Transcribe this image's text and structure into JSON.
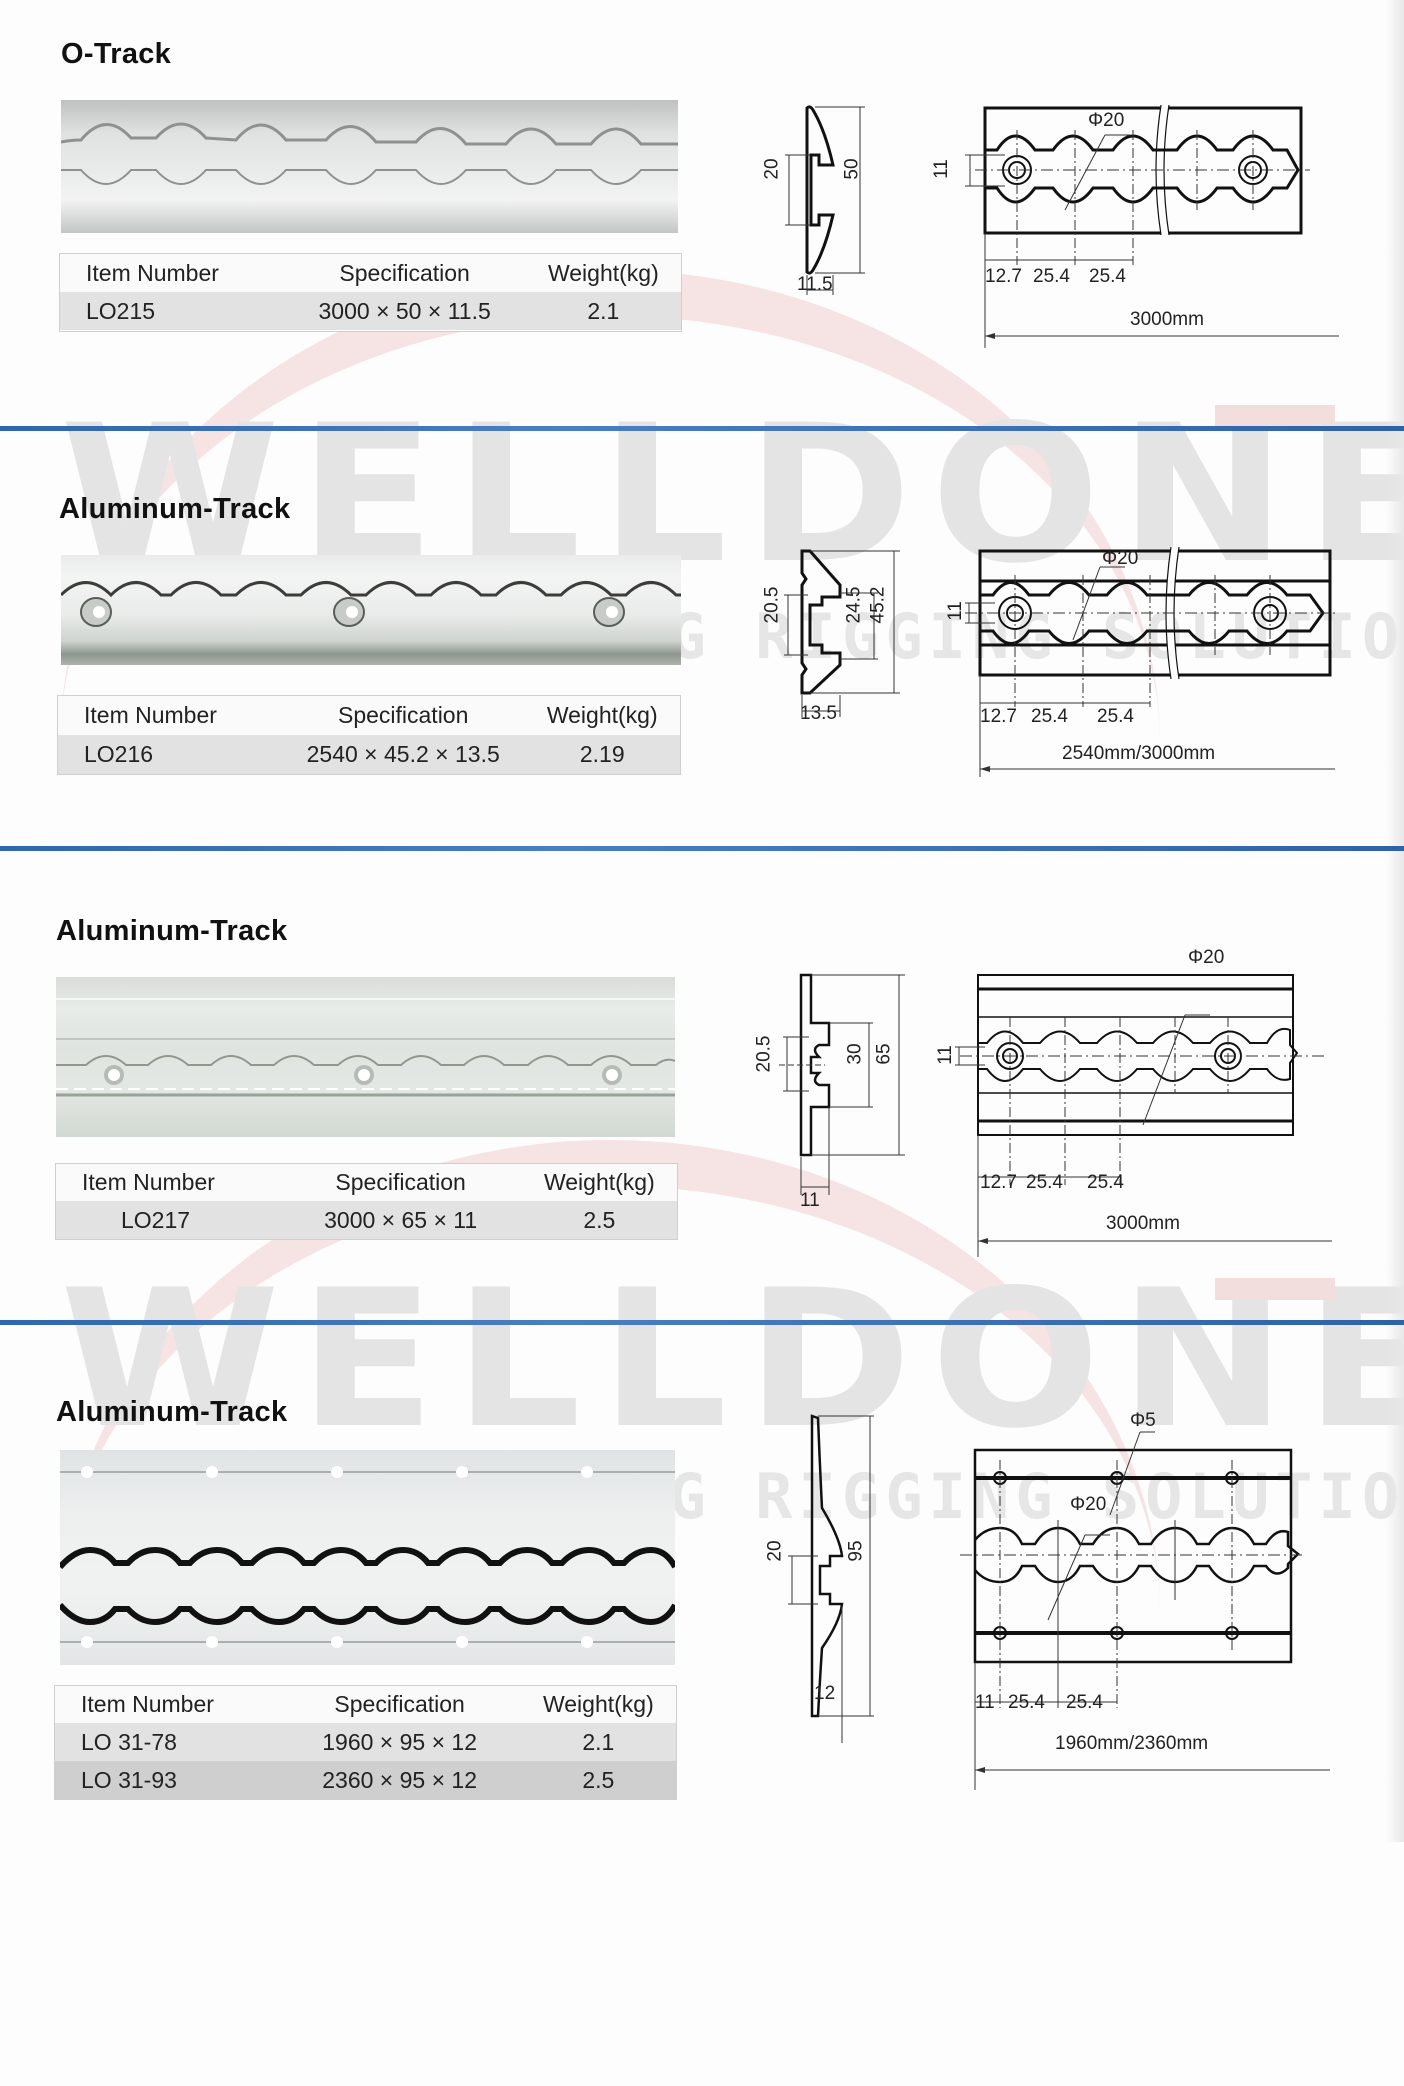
{
  "watermark": {
    "brand": "WELLDONE",
    "tagline": "LASHING&LIFTING RIGGING SOLUTION",
    "accent_color": "#c8102e",
    "divider_color": "#3a6fb5"
  },
  "sections": [
    {
      "title": "O-Track",
      "table": {
        "headers": [
          "Item Number",
          "Specification",
          "Weight(kg)"
        ],
        "rows": [
          {
            "item": "LO215",
            "spec": "3000 × 50 × 11.5",
            "weight": "2.1"
          }
        ]
      },
      "profile": {
        "height": "50",
        "slot": "20",
        "thickness": "11.5"
      },
      "plan": {
        "hole": "Φ20",
        "width_mark": "11",
        "pitches": [
          "12.7",
          "25.4",
          "25.4"
        ],
        "length": "3000mm"
      }
    },
    {
      "title": "Aluminum-Track",
      "table": {
        "headers": [
          "Item Number",
          "Specification",
          "Weight(kg)"
        ],
        "rows": [
          {
            "item": "LO216",
            "spec": "2540 × 45.2 × 13.5",
            "weight": "2.19"
          }
        ]
      },
      "profile": {
        "height": "45.2",
        "inner": "24.5",
        "slot": "20.5",
        "thickness": "13.5"
      },
      "plan": {
        "hole": "Φ20",
        "width_mark": "11",
        "pitches": [
          "12.7",
          "25.4",
          "25.4"
        ],
        "length": "2540mm/3000mm"
      }
    },
    {
      "title": "Aluminum-Track",
      "table": {
        "headers": [
          "Item Number",
          "Specification",
          "Weight(kg)"
        ],
        "rows": [
          {
            "item": "LO217",
            "spec": "3000 × 65 × 11",
            "weight": "2.5"
          }
        ]
      },
      "profile": {
        "height": "65",
        "inner": "30",
        "slot": "20.5",
        "thickness": "11"
      },
      "plan": {
        "hole": "Φ20",
        "width_mark": "11",
        "pitches": [
          "12.7",
          "25.4",
          "25.4"
        ],
        "length": "3000mm"
      }
    },
    {
      "title": "Aluminum-Track",
      "table": {
        "headers": [
          "Item Number",
          "Specification",
          "Weight(kg)"
        ],
        "rows": [
          {
            "item": "LO 31-78",
            "spec": "1960 × 95  × 12",
            "weight": "2.1"
          },
          {
            "item": "LO 31-93",
            "spec": "2360 × 95 × 12",
            "weight": "2.5"
          }
        ]
      },
      "profile": {
        "height": "95",
        "slot": "20",
        "thickness": "12"
      },
      "plan": {
        "hole": "Φ20",
        "small_hole": "Φ5",
        "pitches": [
          "11",
          "25.4",
          "25.4"
        ],
        "length": "1960mm/2360mm"
      }
    }
  ]
}
